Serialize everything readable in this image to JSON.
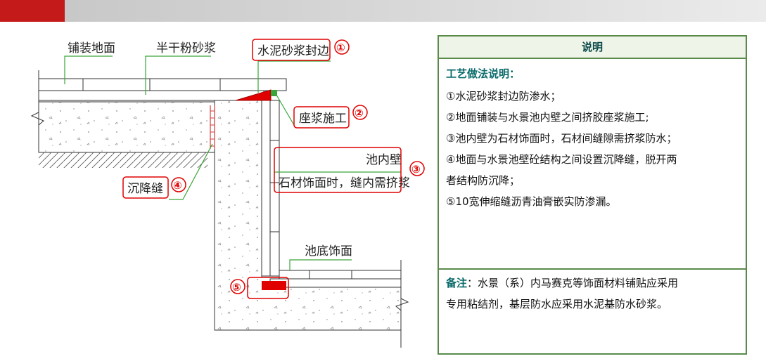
{
  "slide": {
    "title": ""
  },
  "diagram": {
    "labels": {
      "paving": "铺装地面",
      "dry_mortar": "半干粉砂浆",
      "edge_seal": "水泥砂浆封边",
      "grouting": "座浆施工",
      "pool_wall": "池内壁",
      "stone_note": "石材饰面时，缝内需挤浆",
      "settlement": "沉降缝",
      "pool_bottom": "池底饰面"
    },
    "markers": [
      "①",
      "②",
      "③",
      "④",
      "⑤"
    ],
    "colors": {
      "highlight": "#ff0000",
      "callout": "#e00000",
      "line": "#3aa53a",
      "hatch": "#d23a3a"
    }
  },
  "notes": {
    "header": "说明",
    "subtitle": "工艺做法说明：",
    "items": [
      "①水泥砂浆封边防渗水；",
      "②地面铺装与水景池内壁之间挤胶座浆施工;",
      "③池内壁为石材饰面时，石材间缝隙需挤浆防水；",
      "④地面与水景池壁砼结构之间设置沉降缝，脱开两",
      "者结构防沉降；",
      "⑤10宽伸缩缝沥青油膏嵌实防渗漏。"
    ],
    "remark_label": "备注",
    "remark_text": "：水景（系）内马赛克等饰面材料铺贴应采用",
    "remark_text2": "专用粘结剂，基层防水应采用水泥基防水砂浆。"
  }
}
